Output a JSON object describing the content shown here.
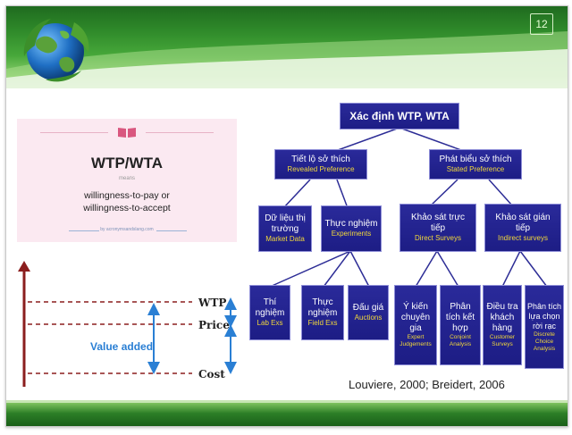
{
  "slide": {
    "page_number": "12"
  },
  "card": {
    "title": "WTP/WTA",
    "means": "means",
    "definition_line1": "willingness-to-pay or",
    "definition_line2": "willingness-to-accept",
    "source": "by acronymsandslang.com"
  },
  "value_diagram": {
    "wtp": "WTP",
    "price": "Price",
    "cost": "Cost",
    "value_added": "Value added"
  },
  "tree": {
    "root": "Xác định WTP, WTA",
    "revealed": {
      "vi": "Tiết lộ sở thích",
      "en": "Revealed Preference"
    },
    "stated": {
      "vi": "Phát biểu sở thích",
      "en": "Stated Preference"
    },
    "market_data": {
      "vi_lines": [
        "Dữ liệu thị",
        "trường"
      ],
      "en": "Market Data"
    },
    "experiments": {
      "vi": "Thực nghiệm",
      "en": "Experiments"
    },
    "direct_surveys": {
      "vi_lines": [
        "Khảo sát trực",
        "tiếp"
      ],
      "en": "Direct Surveys"
    },
    "indirect_surveys": {
      "vi_lines": [
        "Khảo sát gián",
        "tiếp"
      ],
      "en": "Indirect surveys"
    },
    "lab_exs": {
      "vi_lines": [
        "Thí",
        "nghiệm"
      ],
      "en": "Lab Exs"
    },
    "field_exs": {
      "vi_lines": [
        "Thực",
        "nghiệm"
      ],
      "en": "Field Exs"
    },
    "auctions": {
      "vi": "Đấu giá",
      "en": "Auctions"
    },
    "expert": {
      "vi_lines": [
        "Ý kiến",
        "chuyên",
        "gia"
      ],
      "en_lines": [
        "Expert",
        "Judgements"
      ]
    },
    "conjoint": {
      "vi_lines": [
        "Phân",
        "tích kết",
        "hợp"
      ],
      "en_lines": [
        "Conjoint",
        "Analysis"
      ]
    },
    "customer": {
      "vi_lines": [
        "Điều tra",
        "khách",
        "hàng"
      ],
      "en_lines": [
        "Customer",
        "Surveys"
      ]
    },
    "discrete": {
      "vi_lines": [
        "Phân tích",
        "lựa chọn",
        "rời rạc"
      ],
      "en_lines": [
        "Discrete",
        "Choice",
        "Analysis"
      ]
    }
  },
  "citation": "Louviere, 2000; Breidert, 2006",
  "colors": {
    "node_fill": "#1d1d85",
    "node_border": "#8f8fd8",
    "node_en_text": "#f2d83a",
    "header_green": "#2f8a2a",
    "value_blue": "#2a7fd4",
    "axis_arrow": "#8b1e1e"
  }
}
